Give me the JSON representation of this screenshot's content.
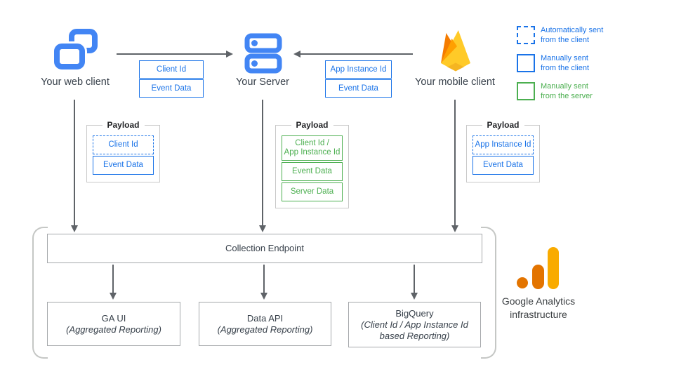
{
  "nodes": {
    "web": {
      "label": "Your web client"
    },
    "server": {
      "label": "Your Server"
    },
    "mobile": {
      "label": "Your mobile client"
    }
  },
  "edge_labels": {
    "web_to_server": [
      "Client Id",
      "Event Data"
    ],
    "mobile_to_server": [
      "App Instance Id",
      "Event Data"
    ]
  },
  "legend": {
    "items": [
      {
        "line1": "Automatically sent",
        "line2": "from the client",
        "style": "dashed-blue"
      },
      {
        "line1": "Manually sent",
        "line2": "from the client",
        "style": "solid-blue"
      },
      {
        "line1": "Manually sent",
        "line2": "from the server",
        "style": "solid-green"
      }
    ]
  },
  "payloads": {
    "web": {
      "title": "Payload",
      "items": [
        {
          "label": "Client Id",
          "style": "dashed-blue"
        },
        {
          "label": "Event Data",
          "style": "solid-blue"
        }
      ]
    },
    "server": {
      "title": "Payload",
      "items": [
        {
          "line1": "Client Id /",
          "line2": "App Instance Id",
          "style": "solid-green"
        },
        {
          "label": "Event Data",
          "style": "solid-green"
        },
        {
          "label": "Server Data",
          "style": "solid-green"
        }
      ]
    },
    "mobile": {
      "title": "Payload",
      "items": [
        {
          "label": "App Instance Id",
          "style": "dashed-blue"
        },
        {
          "label": "Event Data",
          "style": "solid-blue"
        }
      ]
    }
  },
  "infrastructure": {
    "endpoint": "Collection Endpoint",
    "outputs": [
      {
        "title": "GA UI",
        "subtitle": "(Aggregated Reporting)"
      },
      {
        "title": "Data API",
        "subtitle": "(Aggregated Reporting)"
      },
      {
        "title": "BigQuery",
        "subtitle_line1": "(Client Id / App Instance Id",
        "subtitle_line2": "based Reporting)"
      }
    ],
    "brand": {
      "line1": "Google Analytics",
      "line2": "infrastructure"
    }
  },
  "colors": {
    "blue": "#1a73e8",
    "icon_blue": "#4285f4",
    "green": "#4caf50",
    "arrow_gray": "#5f6368",
    "box_gray": "#a5a8ab",
    "payload_gray": "#c9c9c9",
    "firebase_yellow": "#ffca28",
    "firebase_orange": "#ffa000",
    "firebase_dark_orange": "#f57c00",
    "ga_orange": "#e37400",
    "ga_amber": "#f9ab00"
  }
}
